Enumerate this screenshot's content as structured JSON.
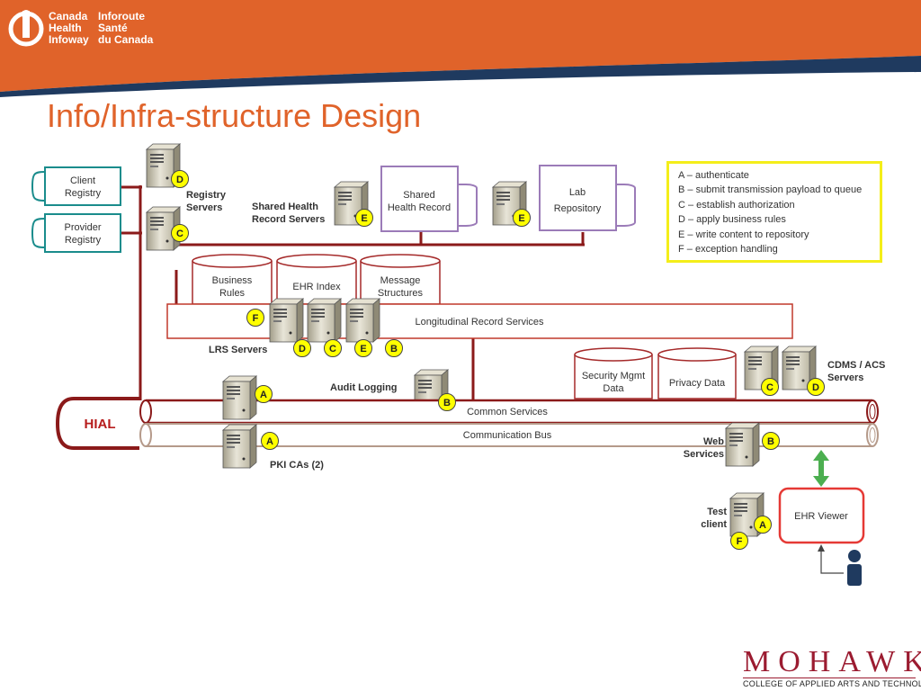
{
  "header": {
    "org_en": [
      "Canada",
      "Health",
      "Infoway"
    ],
    "org_fr": [
      "Inforoute",
      "Santé",
      "du Canada"
    ],
    "brand_color": "#e0632a",
    "stripe_color": "#1f3a5f"
  },
  "title": "Info/Infra-structure Design",
  "legend": {
    "items": [
      "A – authenticate",
      "B – submit transmission payload to queue",
      "C – establish authorization",
      "D – apply business rules",
      "E – write content to repository",
      "F – exception handling"
    ],
    "border_color": "#f4ee1a"
  },
  "registries": {
    "client": "Client Registry",
    "provider": "Provider Registry"
  },
  "server_groups": {
    "registry": "Registry Servers",
    "shared_health": "Shared Health Record Servers",
    "lrs": "LRS Servers",
    "audit": "Audit Logging",
    "cdms": "CDMS / ACS Servers",
    "pki": "PKI CAs (2)",
    "web": "Web Services",
    "test": "Test client"
  },
  "repositories": {
    "shr": "Shared Health Record",
    "lab": "Lab Repository"
  },
  "lrs_stores": {
    "business_rules": "Business Rules",
    "ehr_index": "EHR Index",
    "message_structures": "Message Structures"
  },
  "lrs_bar": "Longitudinal Record Services",
  "common_stores": {
    "security": "Security Mgmt Data",
    "privacy": "Privacy Data"
  },
  "bus": {
    "common": "Common Services",
    "comm": "Communication Bus",
    "hial": "HIAL"
  },
  "viewer": "EHR Viewer",
  "badges": {
    "reg_top": "D",
    "reg_bottom": "C",
    "shr": "E",
    "lab": "E",
    "lrs_f": "F",
    "lrs_d": "D",
    "lrs_c": "C",
    "lrs_e": "E",
    "lrs_b": "B",
    "audit": "B",
    "cdms_c": "C",
    "cdms_d": "D",
    "auth_top": "A",
    "pki": "A",
    "web": "B",
    "test_a": "A",
    "test_f": "F"
  },
  "footer": {
    "logo": "MOHAWK",
    "sub": "COLLEGE OF APPLIED ARTS AND TECHNOLOGY"
  },
  "colors": {
    "teal": "#1a8c8c",
    "purple": "#9b7bb8",
    "maroon": "#8b1a1a",
    "red": "#c0392b",
    "green": "#4caf50",
    "person": "#1f3a5f",
    "badge": "#ffff00"
  }
}
